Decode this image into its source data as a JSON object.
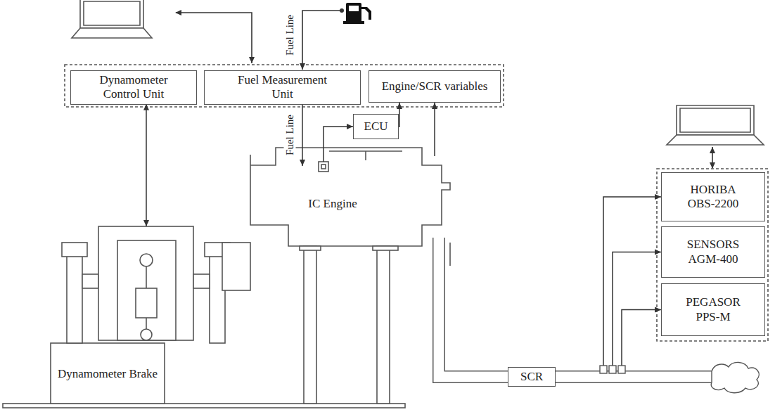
{
  "diagram": {
    "nodes": [
      {
        "text": [
          "Dynamometer Control Unit"
        ]
      },
      {
        "text": [
          "Fuel Measurement Unit"
        ]
      },
      {
        "text": [
          "Engine/SCR variables"
        ]
      },
      {
        "text": [
          "ECU"
        ]
      },
      {
        "text": [
          "IC Engine"
        ]
      },
      {
        "text": [
          "Dynamometer Brake"
        ]
      },
      {
        "text": [
          "SCR"
        ]
      },
      {
        "text": [
          "HORIBA OBS-2200"
        ]
      },
      {
        "text": [
          "SENSORS AGM-400"
        ]
      },
      {
        "text": [
          "PEGASOR PPS-M"
        ]
      }
    ],
    "edges": [
      {
        "from": 0,
        "to": 5,
        "arrow": "both"
      },
      {
        "from": 1,
        "to": 4,
        "arrow": "to",
        "label": "Fuel Line"
      },
      {
        "from": 4,
        "to": 3,
        "arrow": "to"
      },
      {
        "from": 3,
        "to": 2,
        "arrow": "to"
      },
      {
        "from": 4,
        "to": 2,
        "arrow": "to"
      },
      {
        "from": 4,
        "to": 6,
        "arrow": "none"
      },
      {
        "from": 6,
        "to": 7,
        "arrow": "to"
      },
      {
        "from": 6,
        "to": 8,
        "arrow": "to"
      },
      {
        "from": 6,
        "to": 9,
        "arrow": "to"
      }
    ],
    "labels": [
      "Fuel Line"
    ]
  }
}
